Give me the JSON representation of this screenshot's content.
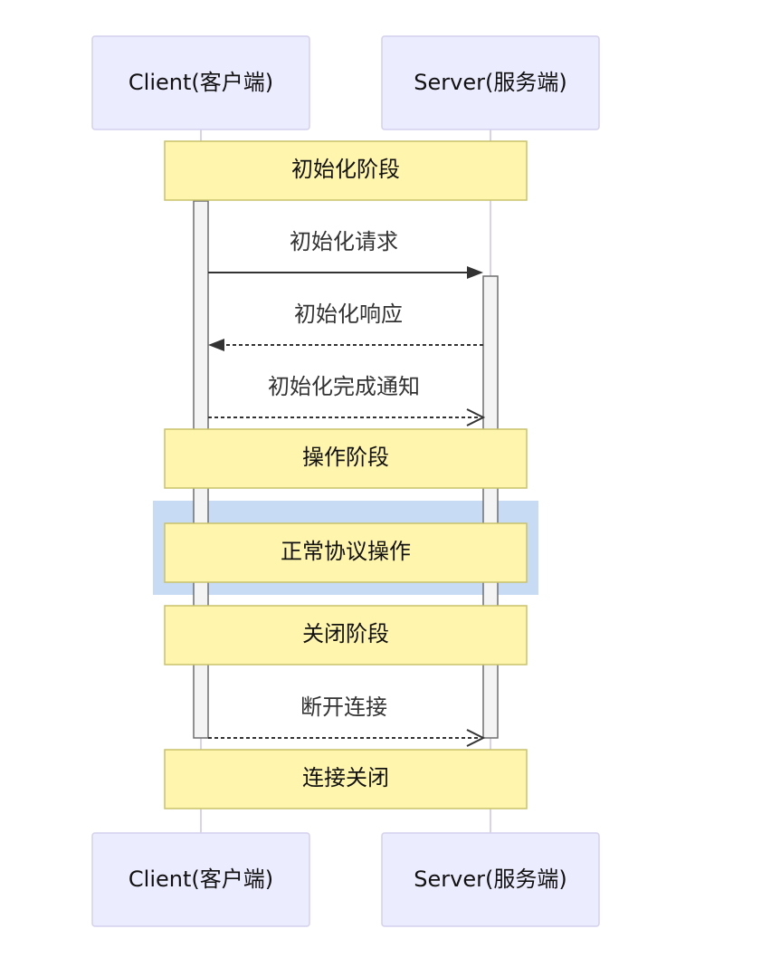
{
  "participants": {
    "client": "Client(客户端)",
    "server": "Server(服务端)"
  },
  "notes": {
    "init_phase": "初始化阶段",
    "operation_phase": "操作阶段",
    "normal_ops": "正常协议操作",
    "close_phase": "关闭阶段",
    "conn_closed": "连接关闭"
  },
  "messages": {
    "init_request": "初始化请求",
    "init_response": "初始化响应",
    "init_done_notify": "初始化完成通知",
    "disconnect": "断开连接"
  },
  "colors": {
    "participant_fill": "#ececff",
    "note_fill": "#fff5ad",
    "highlight_fill": "#c8dbf5",
    "line_color": "#333333"
  }
}
